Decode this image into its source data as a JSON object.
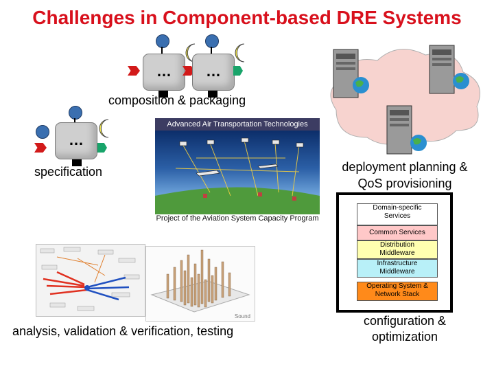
{
  "title": "Challenges in Component-based DRE Systems",
  "labels": {
    "composition": "composition & packaging",
    "specification": "specification",
    "deployment_line1": "deployment planning &",
    "deployment_line2": "QoS provisioning",
    "analysis": "analysis, validation & verification, testing",
    "configuration_line1": "configuration &",
    "configuration_line2": "optimization"
  },
  "component_glyph": "…",
  "air_picture": {
    "header": "Advanced Air Transportation Technologies",
    "caption": "Project of the Aviation System Capacity Program"
  },
  "screenshot_subtitle": "Sound",
  "layers": [
    {
      "line1": "Domain-specific",
      "line2": "Services",
      "color": "#ffffff"
    },
    {
      "line1": "Common Services",
      "line2": "",
      "color": "#ffc8c8"
    },
    {
      "line1": "Distribution",
      "line2": "Middleware",
      "color": "#ffffb0"
    },
    {
      "line1": "Infrastructure",
      "line2": "Middleware",
      "color": "#b8f0f8"
    },
    {
      "line1": "Operating System &",
      "line2": "Network Stack",
      "color": "#ff8a1a"
    }
  ],
  "colors": {
    "title": "#d8101c",
    "component_body": "#cfcfcf",
    "port_facet": "#3a6fb0",
    "port_event_source": "#d21a1a",
    "port_event_sink": "#18a46a",
    "port_receptacle": "#f5e94a",
    "cloud": "#f7d3cf"
  },
  "icons": [
    "server-icon",
    "globe-icon",
    "cloud-icon",
    "component-icon"
  ]
}
